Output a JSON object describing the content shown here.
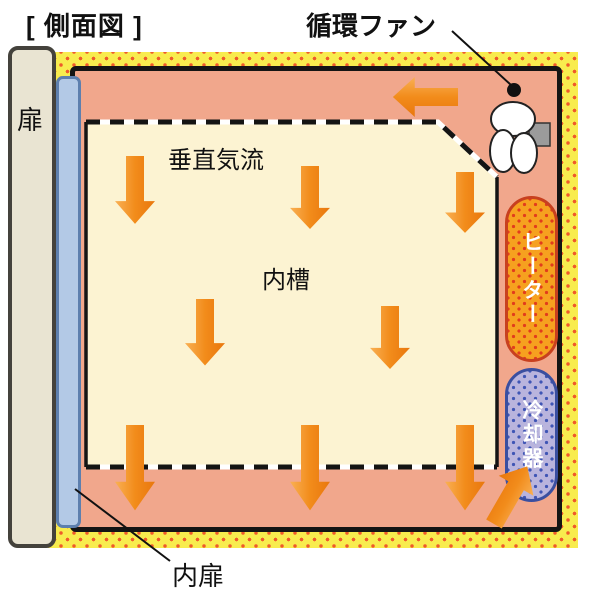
{
  "diagram": {
    "title": "[ 側面図 ]",
    "labels": {
      "fan": "循環ファン",
      "door": "扉",
      "inner_door": "内扉",
      "vertical_airflow": "垂直気流",
      "inner_chamber": "内槽",
      "heater": "ヒーター",
      "cooler": "冷却器"
    },
    "icons": {
      "fan_icon": "circulation-fan-blades",
      "arrow_icon": "orange-airflow-arrow"
    },
    "colors": {
      "insulation_yellow": "#f8ec4e",
      "insulation_dot": "#ef5a2a",
      "plenum_salmon": "#f1a78c",
      "chamber_cream": "#fcf3d2",
      "arrow_orange": "#f28c1b",
      "heater_fill": "#f6a11f",
      "heater_dot": "#e23c1c",
      "heater_border": "#c8401f",
      "cooler_fill": "#b9b4dd",
      "cooler_dot": "#3f55b5",
      "cooler_border": "#3a4fa0",
      "door_fill": "#e9e4d2",
      "inner_door_fill": "#b3c9e6"
    }
  }
}
